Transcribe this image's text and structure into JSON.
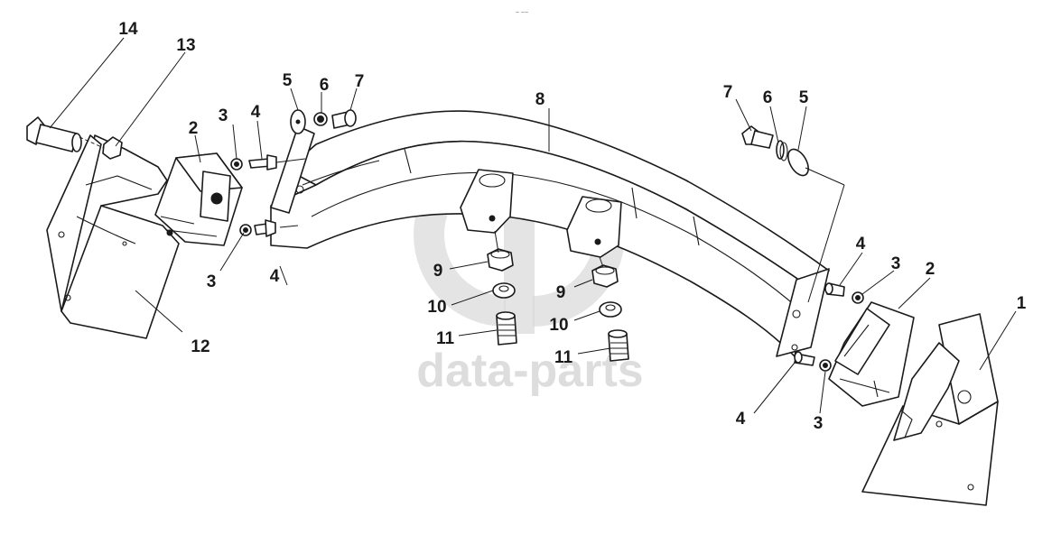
{
  "watermark": {
    "text": "data-parts",
    "color": "#d8d8d8"
  },
  "corner_mark": "~ ~~",
  "callouts": [
    {
      "id": "c14",
      "label": "14"
    },
    {
      "id": "c13",
      "label": "13"
    },
    {
      "id": "c2a",
      "label": "2"
    },
    {
      "id": "c3a",
      "label": "3"
    },
    {
      "id": "c4a",
      "label": "4"
    },
    {
      "id": "c5a",
      "label": "5"
    },
    {
      "id": "c6a",
      "label": "6"
    },
    {
      "id": "c7a",
      "label": "7"
    },
    {
      "id": "c3b",
      "label": "3"
    },
    {
      "id": "c4b",
      "label": "4"
    },
    {
      "id": "c12",
      "label": "12"
    },
    {
      "id": "c8",
      "label": "8"
    },
    {
      "id": "c9a",
      "label": "9"
    },
    {
      "id": "c10a",
      "label": "10"
    },
    {
      "id": "c11a",
      "label": "11"
    },
    {
      "id": "c9b",
      "label": "9"
    },
    {
      "id": "c10b",
      "label": "10"
    },
    {
      "id": "c11b",
      "label": "11"
    },
    {
      "id": "c7b",
      "label": "7"
    },
    {
      "id": "c6b",
      "label": "6"
    },
    {
      "id": "c5b",
      "label": "5"
    },
    {
      "id": "c4c",
      "label": "4"
    },
    {
      "id": "c3c",
      "label": "3"
    },
    {
      "id": "c2b",
      "label": "2"
    },
    {
      "id": "c1",
      "label": "1"
    },
    {
      "id": "c4d",
      "label": "4"
    },
    {
      "id": "c3d",
      "label": "3"
    }
  ]
}
